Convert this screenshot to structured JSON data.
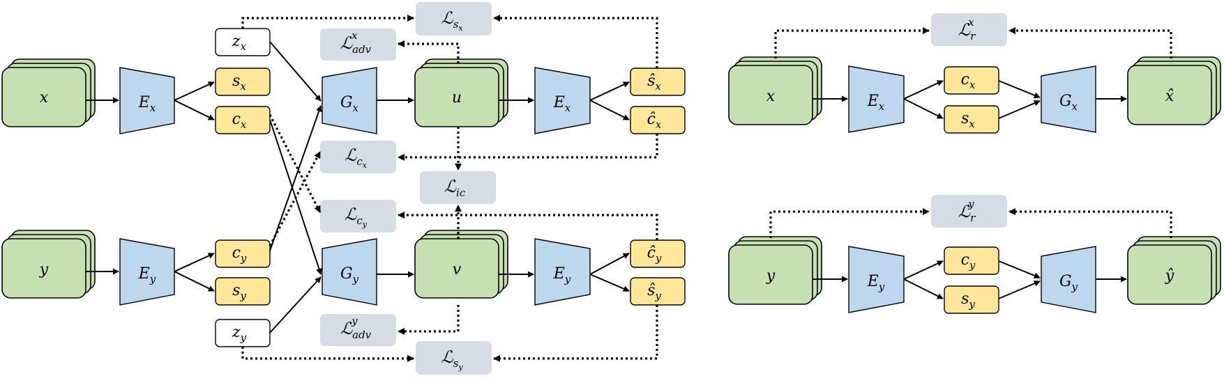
{
  "colors": {
    "image_fill": "#c6e0b4",
    "code_fill": "#ffe699",
    "noise_fill": "#ffffff",
    "network_fill": "#bdd7ee",
    "loss_fill": "#d6dce5"
  },
  "labels": {
    "x": "x",
    "y": "y",
    "u": "u",
    "v": "v",
    "x_hat": "x̂",
    "y_hat": "ŷ",
    "E": "E",
    "G": "G",
    "s": "s",
    "c": "c",
    "z": "z",
    "s_hat": "ŝ",
    "c_hat": "ĉ",
    "sub_x": "x",
    "sub_y": "y",
    "L": "ℒ",
    "sub_adv": "adv",
    "sub_ic": "ic",
    "sub_r": "r",
    "sub_s": "s",
    "sub_c": "c"
  }
}
